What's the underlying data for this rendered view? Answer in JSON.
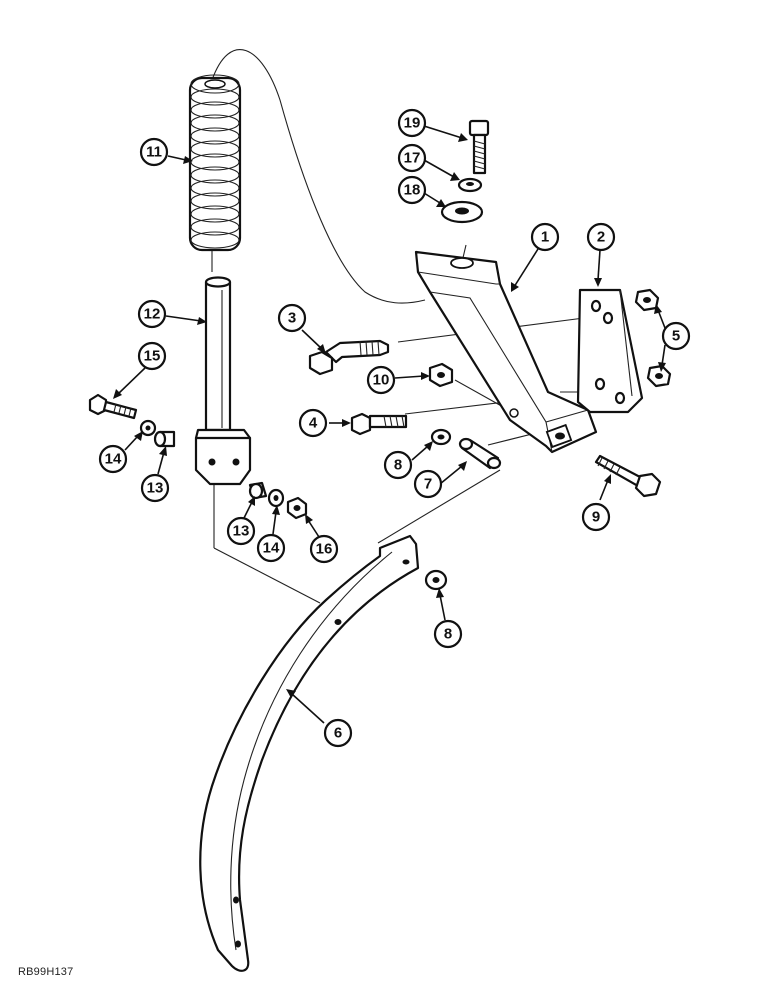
{
  "diagram": {
    "reference_code": "RB99H137",
    "callouts": [
      {
        "id": "c1",
        "label": "1"
      },
      {
        "id": "c2",
        "label": "2"
      },
      {
        "id": "c3",
        "label": "3"
      },
      {
        "id": "c4",
        "label": "4"
      },
      {
        "id": "c5",
        "label": "5"
      },
      {
        "id": "c6",
        "label": "6"
      },
      {
        "id": "c7",
        "label": "7"
      },
      {
        "id": "c8a",
        "label": "8"
      },
      {
        "id": "c8b",
        "label": "8"
      },
      {
        "id": "c9",
        "label": "9"
      },
      {
        "id": "c10",
        "label": "10"
      },
      {
        "id": "c11",
        "label": "11"
      },
      {
        "id": "c12",
        "label": "12"
      },
      {
        "id": "c13a",
        "label": "13"
      },
      {
        "id": "c13b",
        "label": "13"
      },
      {
        "id": "c14a",
        "label": "14"
      },
      {
        "id": "c14b",
        "label": "14"
      },
      {
        "id": "c15",
        "label": "15"
      },
      {
        "id": "c16",
        "label": "16"
      },
      {
        "id": "c17",
        "label": "17"
      },
      {
        "id": "c18",
        "label": "18"
      },
      {
        "id": "c19",
        "label": "19"
      }
    ]
  }
}
